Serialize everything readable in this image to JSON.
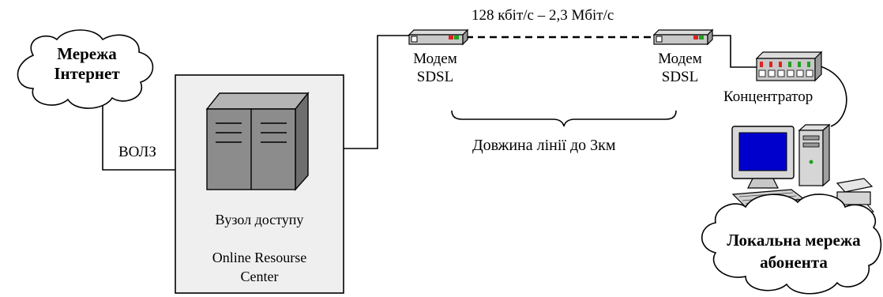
{
  "cloud_internet": {
    "line1": "Мережа",
    "line2": "Інтернет"
  },
  "link_vols": "ВОЛЗ",
  "access_node": {
    "title": "Вузол доступу",
    "name_line1": "Online Resourse",
    "name_line2": "Center"
  },
  "speed_label": "128 кбіт/с – 2,3 Мбіт/с",
  "modem_left": {
    "line1": "Модем",
    "line2": "SDSL"
  },
  "modem_right": {
    "line1": "Модем",
    "line2": "SDSL"
  },
  "line_length": "Довжина лінії до 3км",
  "hub_label": "Концентратор",
  "cloud_local": {
    "line1": "Локальна мережа",
    "line2": "абонента"
  },
  "colors": {
    "node_fill": "#efefef",
    "server_fill": "#8c8c8c",
    "modem_fill": "#c8c8c8",
    "led_red": "#e02020",
    "led_green": "#20a020"
  }
}
